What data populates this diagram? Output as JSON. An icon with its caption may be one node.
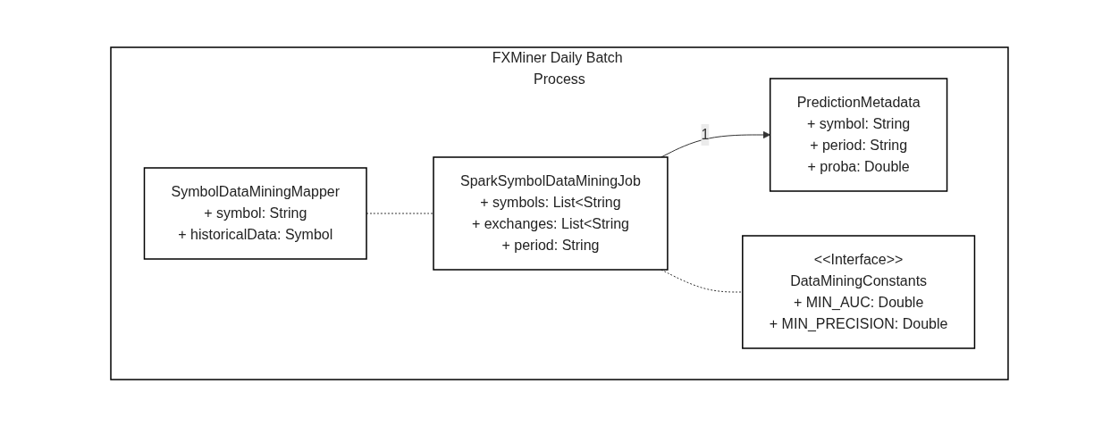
{
  "diagram": {
    "nodes": [
      {
        "text": [
          "FXMiner Daily Batch Process"
        ]
      },
      {
        "text": [
          "SymbolDataMiningMapper",
          "+ symbol: String",
          "+ historicalData: Symbol"
        ],
        "in": 0
      },
      {
        "text": [
          "SparkSymbolDataMiningJob",
          "+ symbols: List<String",
          "+ exchanges: List<String",
          "+ period: String"
        ],
        "in": 0
      },
      {
        "text": [
          "PredictionMetadata",
          "+ symbol: String",
          "+ period: String",
          "+ proba: Double"
        ],
        "in": 0
      },
      {
        "text": [
          "<<Interface>>",
          "DataMiningConstants",
          "+ MIN_AUC: Double",
          "+ MIN_PRECISION: Double"
        ],
        "in": 0
      }
    ],
    "edges": [
      {
        "from": 1,
        "to": 2,
        "arrow": "none",
        "style": "dashed"
      },
      {
        "from": 2,
        "to": 3,
        "arrow": "to",
        "label": "1"
      },
      {
        "from": 2,
        "to": 4,
        "arrow": "none",
        "style": "dashed"
      }
    ]
  }
}
